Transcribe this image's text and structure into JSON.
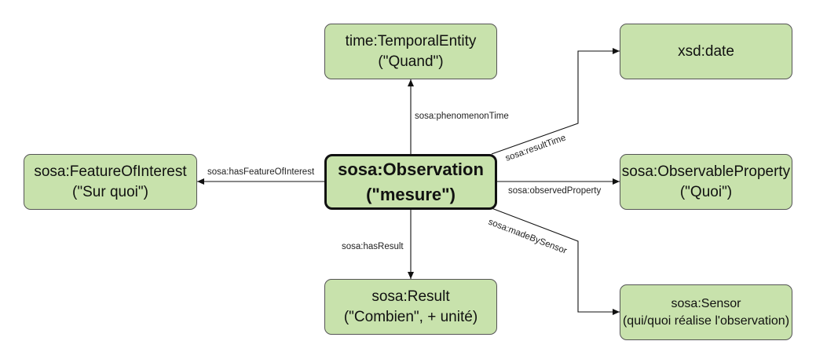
{
  "nodes": {
    "observation": {
      "line1": "sosa:Observation",
      "line2": "(\"mesure\")"
    },
    "temporal_entity": {
      "line1": "time:TemporalEntity",
      "line2": "(\"Quand\")"
    },
    "xsd_date": {
      "line1": "xsd:date"
    },
    "feature_of_interest": {
      "line1": "sosa:FeatureOfInterest",
      "line2": "(\"Sur quoi\")"
    },
    "observable_property": {
      "line1": "sosa:ObservableProperty",
      "line2": "(\"Quoi\")"
    },
    "result": {
      "line1": "sosa:Result",
      "line2": "(\"Combien\", + unité)"
    },
    "sensor": {
      "line1": "sosa:Sensor",
      "line2": "(qui/quoi réalise l'observation)"
    }
  },
  "edges": {
    "phenomenon_time": "sosa:phenomenonTime",
    "result_time": "sosa:resultTime",
    "has_feature_of_interest": "sosa:hasFeatureOfInterest",
    "observed_property": "sosa:observedProperty",
    "has_result": "sosa:hasResult",
    "made_by_sensor": "sosa:madeBySensor"
  },
  "colors": {
    "node_fill": "#c8e2ac",
    "node_border": "#555555",
    "line": "#111111"
  }
}
